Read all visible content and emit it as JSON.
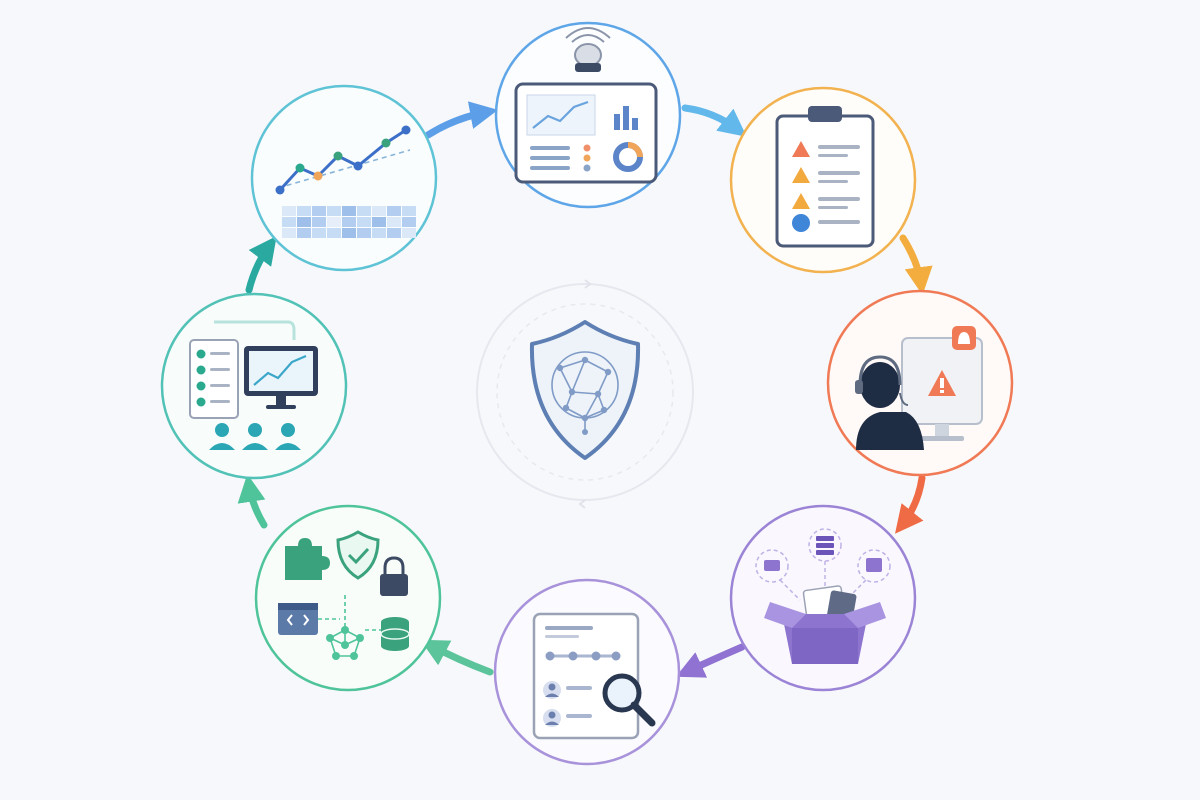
{
  "colors": {
    "background": "#f7f8fb",
    "monitor": "#5ea6e8",
    "triage": "#f2b24f",
    "respond": "#f07a55",
    "contain": "#9b84d6",
    "investigate": "#a893db",
    "harden": "#4fc49a",
    "train": "#52c2b6",
    "analyze": "#5fc3d6",
    "center": "#5d7fb3"
  },
  "nodes": [
    {
      "id": "monitor",
      "icon": "monitoring-dashboard-icon",
      "color_key": "monitor"
    },
    {
      "id": "triage",
      "icon": "alert-checklist-clipboard-icon",
      "color_key": "triage"
    },
    {
      "id": "respond",
      "icon": "analyst-alert-icon",
      "color_key": "respond"
    },
    {
      "id": "contain",
      "icon": "evidence-box-icon",
      "color_key": "contain"
    },
    {
      "id": "investigate",
      "icon": "investigation-report-icon",
      "color_key": "investigate"
    },
    {
      "id": "harden",
      "icon": "security-integration-icon",
      "color_key": "harden"
    },
    {
      "id": "train",
      "icon": "training-team-icon",
      "color_key": "train"
    },
    {
      "id": "analyze",
      "icon": "trend-analysis-icon",
      "color_key": "analyze"
    }
  ],
  "center": {
    "icon": "ai-shield-icon",
    "color_key": "center"
  }
}
